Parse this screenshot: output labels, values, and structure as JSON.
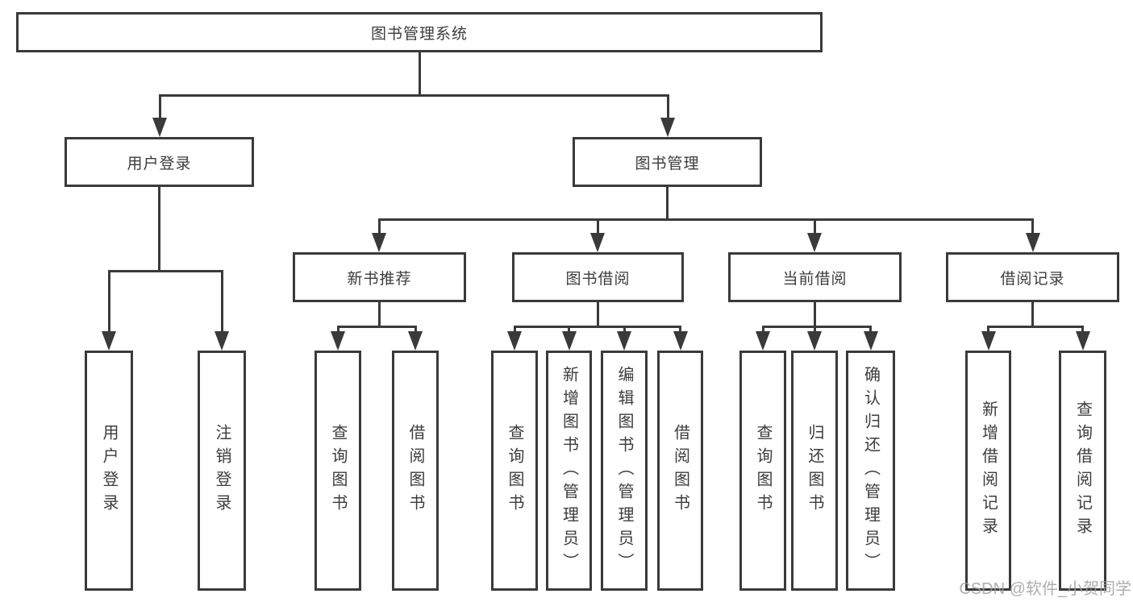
{
  "diagram": {
    "root": {
      "label": "图书管理系统"
    },
    "branches": [
      {
        "label": "用户登录",
        "children": [
          {
            "label": "用户登录"
          },
          {
            "label": "注销登录"
          }
        ]
      },
      {
        "label": "图书管理",
        "children": [
          {
            "label": "新书推荐",
            "children": [
              {
                "label": "查询图书"
              },
              {
                "label": "借阅图书"
              }
            ]
          },
          {
            "label": "图书借阅",
            "children": [
              {
                "label": "查询图书"
              },
              {
                "label": "新增图书（管理员）"
              },
              {
                "label": "编辑图书（管理员）"
              },
              {
                "label": "借阅图书"
              }
            ]
          },
          {
            "label": "当前借阅",
            "children": [
              {
                "label": "查询图书"
              },
              {
                "label": "归还图书"
              },
              {
                "label": "确认归还（管理员）"
              }
            ]
          },
          {
            "label": "借阅记录",
            "children": [
              {
                "label": "新增借阅记录"
              },
              {
                "label": "查询借阅记录"
              }
            ]
          }
        ]
      }
    ]
  },
  "watermark": {
    "text": "CSDN @软件_小贺同学"
  },
  "colors": {
    "line": "#3a3a3a",
    "text": "#3c3c3c",
    "background": "#ffffff",
    "watermark": "#a0a0a0"
  }
}
